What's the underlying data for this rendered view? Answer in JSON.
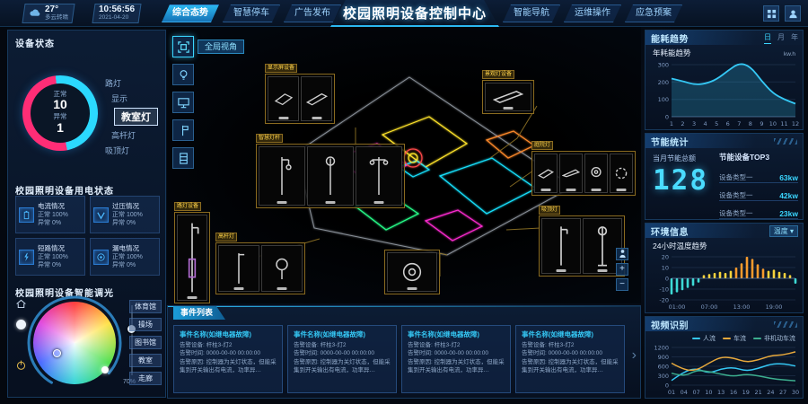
{
  "header": {
    "weather": {
      "temp": "27°",
      "desc": "多云转晴"
    },
    "clock": {
      "time": "10:56:56",
      "date": "2021-04-20"
    },
    "title": "校园照明设备控制中心",
    "tabs_left": [
      "综合态势",
      "智慧停车",
      "广告发布"
    ],
    "tabs_right": [
      "智能导航",
      "运维操作",
      "应急预案"
    ]
  },
  "sidebar": {
    "device_status": {
      "title": "设备状态",
      "normal_label": "正常",
      "normal_value": "10",
      "abnormal_label": "异常",
      "abnormal_value": "1",
      "legend": [
        "路灯",
        "显示",
        "教室灯",
        "高杆灯",
        "吸顶灯"
      ]
    },
    "power_status": {
      "title": "校园照明设备用电状态",
      "cards": [
        {
          "name": "电流情况",
          "normal": "正常 100%",
          "abnormal": "异常 0%"
        },
        {
          "name": "过压情况",
          "normal": "正常 100%",
          "abnormal": "异常 0%"
        },
        {
          "name": "短路情况",
          "normal": "正常 100%",
          "abnormal": "异常 0%"
        },
        {
          "name": "漏电情况",
          "normal": "正常 100%",
          "abnormal": "异常 0%"
        }
      ]
    },
    "dimming": {
      "title": "校园照明设备智能调光",
      "slider_value": "70%",
      "rooms": [
        "体育馆",
        "操场",
        "图书馆",
        "教室",
        "走廊"
      ]
    }
  },
  "map": {
    "view_label": "全局视角",
    "zoom_in": "+",
    "zoom_out": "−",
    "callouts": [
      "显示屏设备",
      "智慧灯杆",
      "路灯设备",
      "高杆灯",
      "景观灯设备",
      "庭院灯",
      "吸顶灯"
    ]
  },
  "events": {
    "title": "事件列表",
    "next": "›",
    "cards": [
      {
        "name": "事件名称(如继电器故障)",
        "device": "告警设备: 杆柱3-灯2",
        "time": "告警时间: 0000-00-00 00:00:00",
        "reason": "告警原因: 控制器为关灯状态，但能采集到开关输出有电流，功率异…"
      },
      {
        "name": "事件名称(如继电器故障)",
        "device": "告警设备: 杆柱3-灯2",
        "time": "告警时间: 0000-00-00 00:00:00",
        "reason": "告警原因: 控制器为关灯状态，但能采集到开关输出有电流，功率异…"
      },
      {
        "name": "事件名称(如继电器故障)",
        "device": "告警设备: 杆柱3-灯2",
        "time": "告警时间: 0000-00-00 00:00:00",
        "reason": "告警原因: 控制器为关灯状态，但能采集到开关输出有电流，功率异…"
      },
      {
        "name": "事件名称(如继电器故障)",
        "device": "告警设备: 杆柱3-灯2",
        "time": "告警时间: 0000-00-00 00:00:00",
        "reason": "告警原因: 控制器为关灯状态，但能采集到开关输出有电流，功率异…"
      }
    ]
  },
  "right": {
    "energy": {
      "title": "能耗趋势",
      "tabs": [
        "日",
        "月",
        "年"
      ]
    },
    "saving": {
      "title": "节能统计",
      "label": "当月节能总额",
      "value": "128",
      "top_title": "节能设备TOP3",
      "items": [
        {
          "name": "设备类型一",
          "value": "63kw"
        },
        {
          "name": "设备类型一",
          "value": "42kw"
        },
        {
          "name": "设备类型一",
          "value": "23kw"
        }
      ]
    },
    "environment": {
      "title": "环境信息",
      "dropdown": "温度 ▾"
    },
    "video": {
      "title": "视频识别"
    }
  },
  "chart_data": [
    {
      "id": "energy_trend",
      "type": "area",
      "title": "年耗能趋势",
      "unit": "kw.h",
      "x": [
        1,
        2,
        3,
        4,
        5,
        6,
        7,
        8,
        9,
        10,
        11,
        12
      ],
      "values": [
        220,
        205,
        185,
        190,
        215,
        265,
        310,
        290,
        205,
        135,
        100,
        75
      ],
      "ylim": [
        0,
        300
      ],
      "yticks": [
        0,
        100,
        200,
        300
      ],
      "color": "#35c8f5",
      "grid": true,
      "legend_position": "none"
    },
    {
      "id": "temperature_24h",
      "type": "bar",
      "title": "24小时温度趋势",
      "x_labels_sparse": {
        "1": "01:00",
        "7": "07:00",
        "13": "13:00",
        "19": "19:00"
      },
      "values": [
        -15,
        -13,
        -11,
        -9,
        -7,
        -4,
        3,
        4,
        5,
        6,
        5,
        7,
        10,
        14,
        20,
        18,
        13,
        9,
        7,
        8,
        6,
        5,
        3,
        -5
      ],
      "ylim": [
        -20,
        20
      ],
      "yticks": [
        -20,
        -10,
        0,
        10,
        20
      ],
      "colors": {
        "negative": "#3ddad5",
        "low": "#f5d23c",
        "high": "#f59a2d"
      },
      "high_threshold": 9,
      "grid": true,
      "legend_position": "none"
    },
    {
      "id": "video_recognition",
      "type": "multi-line",
      "x_labels": [
        "01",
        "04",
        "07",
        "10",
        "13",
        "16",
        "19",
        "21",
        "24",
        "27",
        "30"
      ],
      "ylim": [
        0,
        1200
      ],
      "yticks": [
        0,
        300,
        600,
        900,
        1200
      ],
      "series": [
        {
          "name": "人流",
          "color": "#35c8f5",
          "values": [
            150,
            430,
            540,
            370,
            520,
            570,
            450,
            530,
            670,
            690,
            610
          ]
        },
        {
          "name": "车流",
          "color": "#e8a93c",
          "values": [
            700,
            480,
            470,
            700,
            900,
            870,
            730,
            800,
            940,
            960,
            1060
          ]
        },
        {
          "name": "非机动车流",
          "color": "#3cae8e",
          "values": [
            380,
            270,
            480,
            430,
            350,
            280,
            350,
            300,
            210,
            170,
            140
          ]
        }
      ],
      "grid": true,
      "legend_position": "top-right"
    }
  ]
}
